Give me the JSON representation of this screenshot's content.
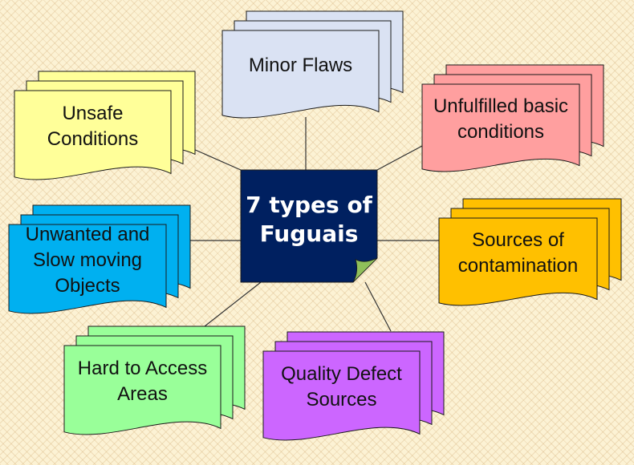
{
  "center": {
    "text": "7 types of\nFuguais",
    "fill": "#002060",
    "text_color": "#ffffff"
  },
  "nodes": [
    {
      "id": "minor-flaws",
      "text": "Minor Flaws",
      "fill": "#dae2f3"
    },
    {
      "id": "unfulfilled-basic-conditions",
      "text": "Unfulfilled basic\nconditions",
      "fill": "#ff9f9f"
    },
    {
      "id": "sources-of-contamination",
      "text": "Sources of\ncontamination",
      "fill": "#ffc000"
    },
    {
      "id": "quality-defect-sources",
      "text": "Quality Defect\nSources",
      "fill": "#cc66ff"
    },
    {
      "id": "hard-to-access-areas",
      "text": "Hard to Access\nAreas",
      "fill": "#99ff99"
    },
    {
      "id": "unwanted-and-slow-moving-objects",
      "text": "Unwanted and\nSlow moving\nObjects",
      "fill": "#00b0f0"
    },
    {
      "id": "unsafe-conditions",
      "text": "Unsafe\nConditions",
      "fill": "#ffff99"
    }
  ],
  "colors": {
    "stroke": "#1a1a1a",
    "connector": "#333333",
    "background": "#fcf2d4"
  }
}
